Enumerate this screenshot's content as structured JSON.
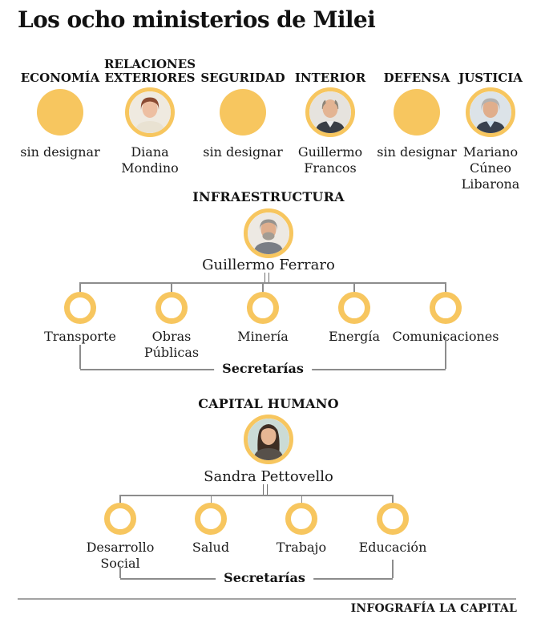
{
  "title": "Los ocho ministerios de Milei",
  "colors": {
    "accent_yellow": "#F7C65F",
    "connector_gray": "#8C8C8C",
    "text": "#1a1a1a",
    "footer_line": "#A3A3A3"
  },
  "ministries": [
    {
      "label": "ECONOMÍA",
      "person": "sin designar",
      "vacant": true
    },
    {
      "label": "RELACIONES EXTERIORES",
      "person": "Diana Mondino",
      "vacant": false
    },
    {
      "label": "SEGURIDAD",
      "person": "sin designar",
      "vacant": true
    },
    {
      "label": "INTERIOR",
      "person": "Guillermo Francos",
      "vacant": false
    },
    {
      "label": "DEFENSA",
      "person": "sin designar",
      "vacant": true
    },
    {
      "label": "JUSTICIA",
      "person": "Mariano Cúneo Libarona",
      "vacant": false
    }
  ],
  "infraestructura": {
    "label": "INFRAESTRUCTURA",
    "person": "Guillermo Ferraro",
    "secretariats": [
      "Transporte",
      "Obras Públicas",
      "Minería",
      "Energía",
      "Comunicaciones"
    ],
    "group_label": "Secretarías"
  },
  "capital_humano": {
    "label": "CAPITAL HUMANO",
    "person": "Sandra Pettovello",
    "secretariats": [
      "Desarrollo Social",
      "Salud",
      "Trabajo",
      "Educación"
    ],
    "group_label": "Secretarías"
  },
  "footer": {
    "credit": "INFOGRAFÍA LA CAPITAL"
  }
}
